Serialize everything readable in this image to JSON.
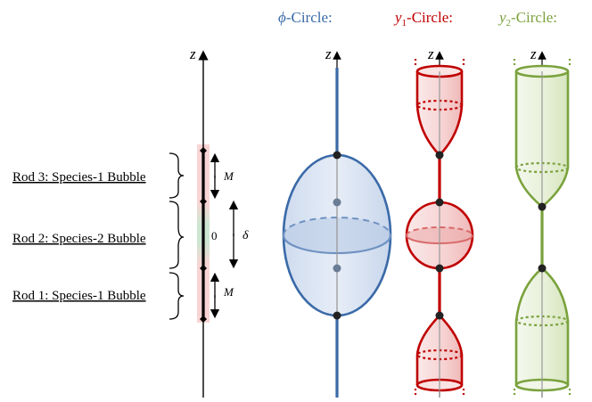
{
  "colors": {
    "phi": "#3a6aa8",
    "phi_fill": "#dbe5f3",
    "y1": "#c00000",
    "y1_fill": "#f7d6d6",
    "y2": "#7aa23c",
    "y2_fill": "#e9f1dc",
    "axis": "#000000",
    "rod_red": "#f4b8b8",
    "rod_green": "#b9dcc0"
  },
  "headers": {
    "phi_symbol": "ϕ",
    "phi_suffix": "-Circle:",
    "y1_symbol": "y",
    "y1_sub": "1",
    "y1_suffix": "-Circle:",
    "y2_symbol": "y",
    "y2_sub": "2",
    "y2_suffix": "-Circle:"
  },
  "axis_label": "z",
  "rods": {
    "rod3": "Rod 3: Species-1 Bubble",
    "rod2": "Rod 2: Species-2 Bubble",
    "rod1": "Rod 1: Species-1 Bubble"
  },
  "dimensions": {
    "m_top": "M",
    "delta": "δ",
    "zero": "0",
    "m_bottom": "M"
  }
}
